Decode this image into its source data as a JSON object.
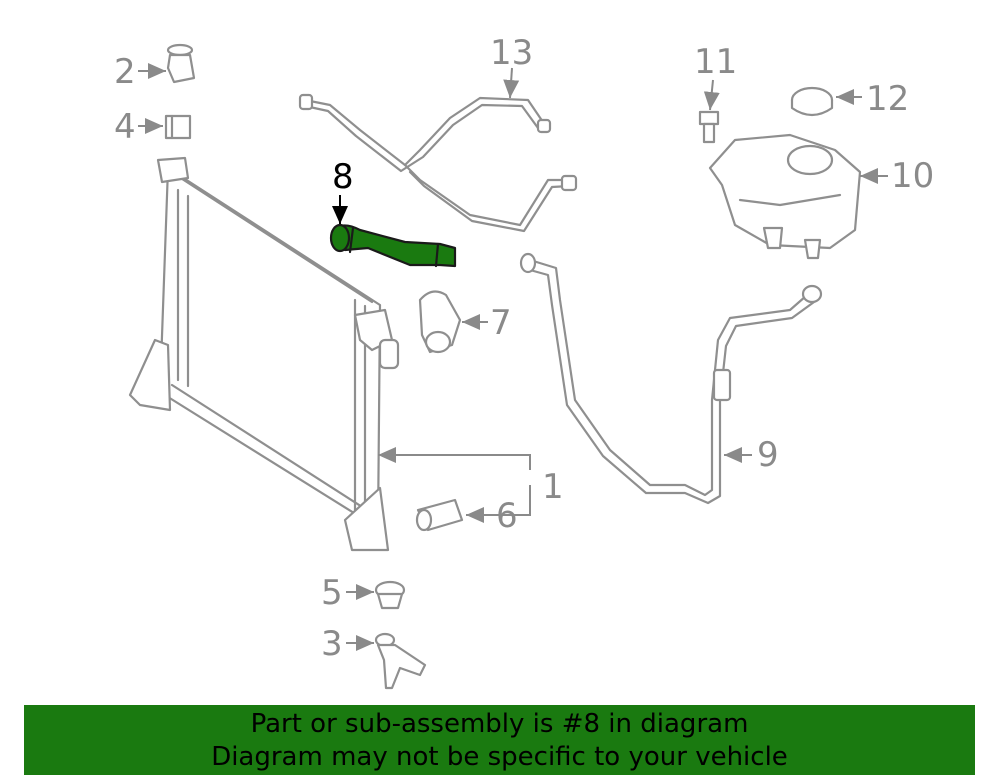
{
  "diagram": {
    "callouts": [
      {
        "id": "1",
        "text": "1"
      },
      {
        "id": "2",
        "text": "2"
      },
      {
        "id": "3",
        "text": "3"
      },
      {
        "id": "4",
        "text": "4"
      },
      {
        "id": "5",
        "text": "5"
      },
      {
        "id": "6",
        "text": "6"
      },
      {
        "id": "7",
        "text": "7"
      },
      {
        "id": "8",
        "text": "8",
        "highlighted": true
      },
      {
        "id": "9",
        "text": "9"
      },
      {
        "id": "10",
        "text": "10"
      },
      {
        "id": "11",
        "text": "11"
      },
      {
        "id": "12",
        "text": "12"
      },
      {
        "id": "13",
        "text": "13"
      }
    ],
    "colors": {
      "line_art": "#8f8f8f",
      "highlight_part": "#1a7a10",
      "banner": "#1a7a10"
    }
  },
  "banner": {
    "line1": "Part or sub-assembly is #8 in diagram",
    "line2": "Diagram may not be specific to your vehicle"
  }
}
